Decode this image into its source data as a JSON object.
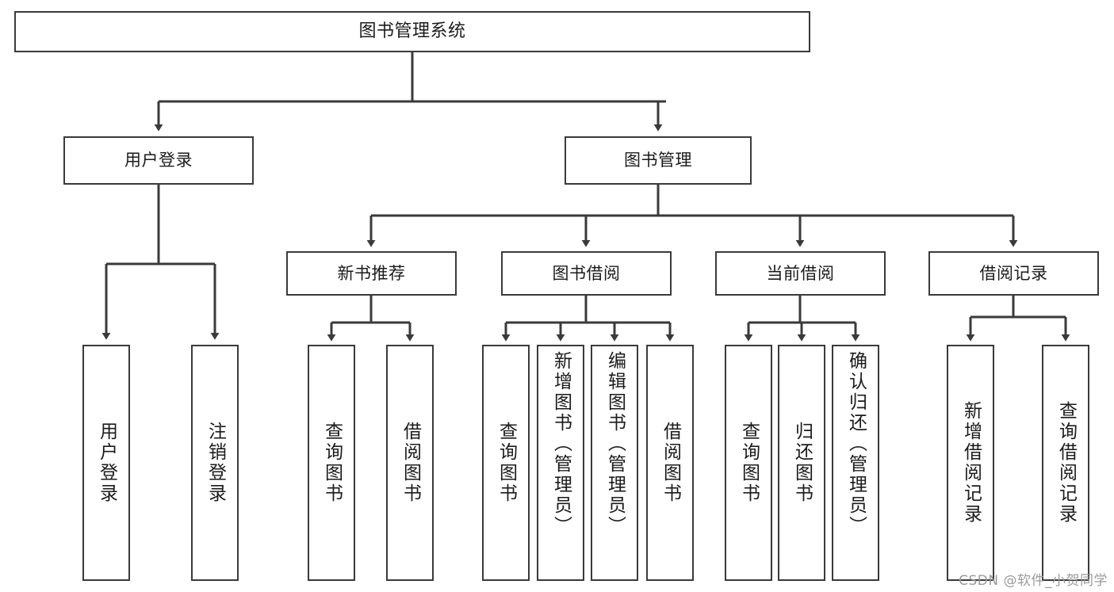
{
  "diagram": {
    "title": "图书管理系统",
    "type": "tree-hierarchy-chart",
    "line_color": "#3a3a3a",
    "box_fill": "#ffffff",
    "text_color": "#1b1b1b",
    "watermark": "CSDN @软件_小贺同学",
    "nodes": {
      "root": {
        "label": "图书管理系统"
      },
      "level1": [
        {
          "id": "user-login",
          "label": "用户登录"
        },
        {
          "id": "book-management",
          "label": "图书管理"
        }
      ],
      "level2": [
        {
          "id": "new-book-recommend",
          "label": "新书推荐"
        },
        {
          "id": "book-borrow",
          "label": "图书借阅"
        },
        {
          "id": "current-borrow",
          "label": "当前借阅"
        },
        {
          "id": "borrow-record",
          "label": "借阅记录"
        }
      ],
      "leaves": [
        {
          "id": "leaf-user-login",
          "label": "用户登录",
          "parent": "user-login"
        },
        {
          "id": "leaf-logout-login",
          "label": "注销登录",
          "parent": "user-login"
        },
        {
          "id": "leaf-query-book-1",
          "label": "查询图书",
          "parent": "new-book-recommend"
        },
        {
          "id": "leaf-borrow-book-1",
          "label": "借阅图书",
          "parent": "new-book-recommend"
        },
        {
          "id": "leaf-query-book-2",
          "label": "查询图书",
          "parent": "book-borrow"
        },
        {
          "id": "leaf-add-book",
          "label": "新增图书（管理员）",
          "parent": "book-borrow"
        },
        {
          "id": "leaf-edit-book",
          "label": "编辑图书（管理员）",
          "parent": "book-borrow"
        },
        {
          "id": "leaf-borrow-book-2",
          "label": "借阅图书",
          "parent": "book-borrow"
        },
        {
          "id": "leaf-query-book-3",
          "label": "查询图书",
          "parent": "current-borrow"
        },
        {
          "id": "leaf-return-book",
          "label": "归还图书",
          "parent": "current-borrow"
        },
        {
          "id": "leaf-confirm-return",
          "label": "确认归还（管理员）",
          "parent": "current-borrow"
        },
        {
          "id": "leaf-add-borrow-record",
          "label": "新增借阅记录",
          "parent": "borrow-record"
        },
        {
          "id": "leaf-query-borrow-record",
          "label": "查询借阅记录",
          "parent": "borrow-record"
        }
      ]
    }
  }
}
